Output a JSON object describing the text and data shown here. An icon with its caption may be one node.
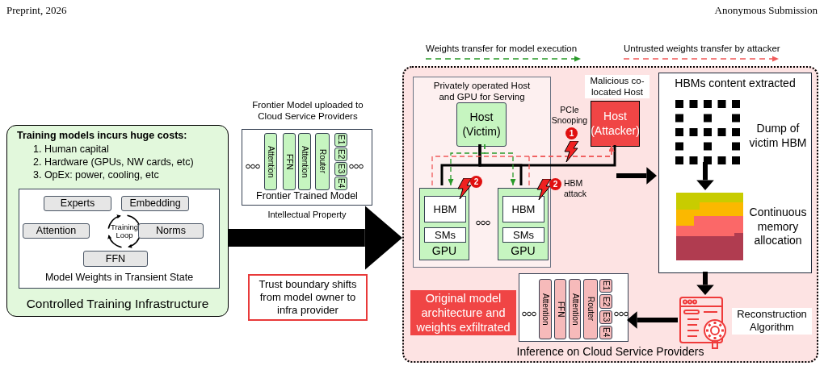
{
  "diagram": {
    "nodes": [
      {
        "text": [
          "Training models incurs huge costs:",
          "1. Human capital",
          "2. Hardware (GPUs, NW cards, etc)",
          "3. OpEx: power, cooling, etc",
          "Controlled Training Infrastructure"
        ]
      },
      {
        "text": [
          "Model Weights in Transient State"
        ],
        "in": 0
      },
      {
        "text": [
          "Experts"
        ],
        "in": 1
      },
      {
        "text": [
          "Embedding"
        ],
        "in": 1
      },
      {
        "text": [
          "Attention"
        ],
        "in": 1
      },
      {
        "text": [
          "Training Loop"
        ],
        "in": 1
      },
      {
        "text": [
          "Norms"
        ],
        "in": 1
      },
      {
        "text": [
          "FFN"
        ],
        "in": 1
      },
      {
        "text": [
          "Frontier Model uploaded to Cloud Service Providers",
          "Frontier Trained Model"
        ],
        "beside": [
          "Intellectual Property"
        ]
      },
      {
        "text": [
          "Attention"
        ],
        "in": 8
      },
      {
        "text": [
          "FFN"
        ],
        "in": 8
      },
      {
        "text": [
          "Attention"
        ],
        "in": 8
      },
      {
        "text": [
          "Router"
        ],
        "in": 8
      },
      {
        "text": [
          "E1"
        ],
        "in": 8
      },
      {
        "text": [
          "E2"
        ],
        "in": 8
      },
      {
        "text": [
          "E3"
        ],
        "in": 8
      },
      {
        "text": [
          "E4"
        ],
        "in": 8
      },
      {
        "text": [
          "Trust boundary shifts from model owner to infra provider"
        ]
      },
      {
        "text": [
          "Inference on Cloud Service Providers"
        ]
      },
      {
        "text": [
          "Privately operated Host and GPU for Serving"
        ],
        "in": 18
      },
      {
        "text": [
          "Host (Victim)"
        ],
        "in": 19
      },
      {
        "text": [
          "GPU"
        ],
        "in": 19
      },
      {
        "text": [
          "HBM"
        ],
        "in": 21
      },
      {
        "text": [
          "SMs"
        ],
        "in": 21
      },
      {
        "text": [
          "GPU"
        ],
        "in": 19
      },
      {
        "text": [
          "HBM"
        ],
        "in": 24
      },
      {
        "text": [
          "SMs"
        ],
        "in": 24
      },
      {
        "text": [
          "Host (Attacker)"
        ],
        "in": 18,
        "beside": [
          "Malicious co-located Host"
        ]
      },
      {
        "text": [
          "HBMs content extracted"
        ],
        "in": 18
      },
      {
        "text": [],
        "shape": "grid",
        "in": 28,
        "beside": [
          "Dump of victim HBM"
        ]
      },
      {
        "text": [],
        "shape": "bar",
        "in": 28,
        "beside": [
          "Continuous memory allocation"
        ]
      },
      {
        "text": [],
        "shape": "picture",
        "in": 18,
        "beside": [
          "Reconstruction Algorithm"
        ]
      },
      {
        "text": [],
        "shape": "box",
        "in": 18
      },
      {
        "text": [
          "Attention"
        ],
        "in": 32
      },
      {
        "text": [
          "FFN"
        ],
        "in": 32
      },
      {
        "text": [
          "Attention"
        ],
        "in": 32
      },
      {
        "text": [
          "Router"
        ],
        "in": 32
      },
      {
        "text": [
          "E1"
        ],
        "in": 32
      },
      {
        "text": [
          "E2"
        ],
        "in": 32
      },
      {
        "text": [
          "E3"
        ],
        "in": 32
      },
      {
        "text": [
          "E4"
        ],
        "in": 32
      },
      {
        "text": [
          "Original model architecture and weights exfiltrated"
        ],
        "in": 18
      }
    ],
    "edges": [
      {
        "from": 0,
        "to": 18,
        "arrow": "to",
        "style": "thick"
      },
      {
        "from": 20,
        "to": 21,
        "arrow": "none"
      },
      {
        "from": 20,
        "to": 24,
        "arrow": "none"
      },
      {
        "from": 20,
        "to": 27,
        "arrow": "none"
      },
      {
        "from": 20,
        "to": 21,
        "arrow": "to",
        "style": "dashed",
        "color": "#2a9a2a"
      },
      {
        "from": 20,
        "to": 24,
        "arrow": "to",
        "style": "dashed",
        "color": "#2a9a2a"
      },
      {
        "from": 21,
        "to": 27,
        "arrow": "to",
        "style": "dashed",
        "color": "#f05a5a"
      },
      {
        "from": 24,
        "to": 27,
        "arrow": "to",
        "style": "dashed",
        "color": "#f05a5a"
      },
      {
        "from": null,
        "to": 28,
        "arrow": "to",
        "style": "thick"
      },
      {
        "from": 29,
        "to": 30,
        "arrow": "to",
        "style": "thick"
      },
      {
        "from": 28,
        "to": 31,
        "arrow": "to",
        "style": "thick"
      },
      {
        "from": 31,
        "to": 32,
        "arrow": "to",
        "style": "thick"
      }
    ],
    "labels": [
      "Preprint, 2026",
      "Anonymous Submission",
      "PCIe Snooping",
      "1",
      "2",
      "2",
      "HBM attack"
    ],
    "legend": [
      {
        "text": "Weights transfer for model execution"
      },
      {
        "text": "Untrusted weights transfer by attacker"
      }
    ]
  }
}
